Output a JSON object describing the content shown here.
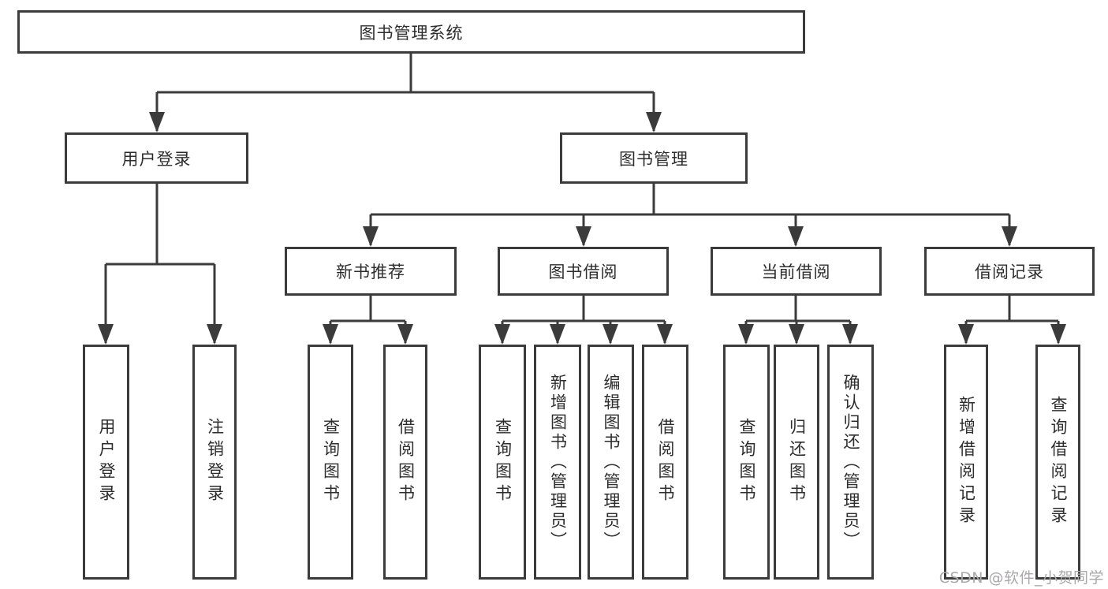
{
  "tree": {
    "root": {
      "label": "图书管理系统",
      "children": [
        {
          "label": "用户登录",
          "children": [
            {
              "label": "用户登录"
            },
            {
              "label": "注销登录"
            }
          ]
        },
        {
          "label": "图书管理",
          "children": [
            {
              "label": "新书推荐",
              "children": [
                {
                  "label": "查询图书"
                },
                {
                  "label": "借阅图书"
                }
              ]
            },
            {
              "label": "图书借阅",
              "children": [
                {
                  "label": "查询图书"
                },
                {
                  "label": "新增图书（管理员）"
                },
                {
                  "label": "编辑图书（管理员）"
                },
                {
                  "label": "借阅图书"
                }
              ]
            },
            {
              "label": "当前借阅",
              "children": [
                {
                  "label": "查询图书"
                },
                {
                  "label": "归还图书"
                },
                {
                  "label": "确认归还（管理员）"
                }
              ]
            },
            {
              "label": "借阅记录",
              "children": [
                {
                  "label": "新增借阅记录"
                },
                {
                  "label": "查询借阅记录"
                }
              ]
            }
          ]
        }
      ]
    }
  },
  "watermark": "CSDN @软件_小贺同学",
  "colors": {
    "line": "#3b3b3b",
    "text": "#2d2d2d",
    "watermark_text": "#aaa8aa",
    "background": "#ffffff"
  }
}
